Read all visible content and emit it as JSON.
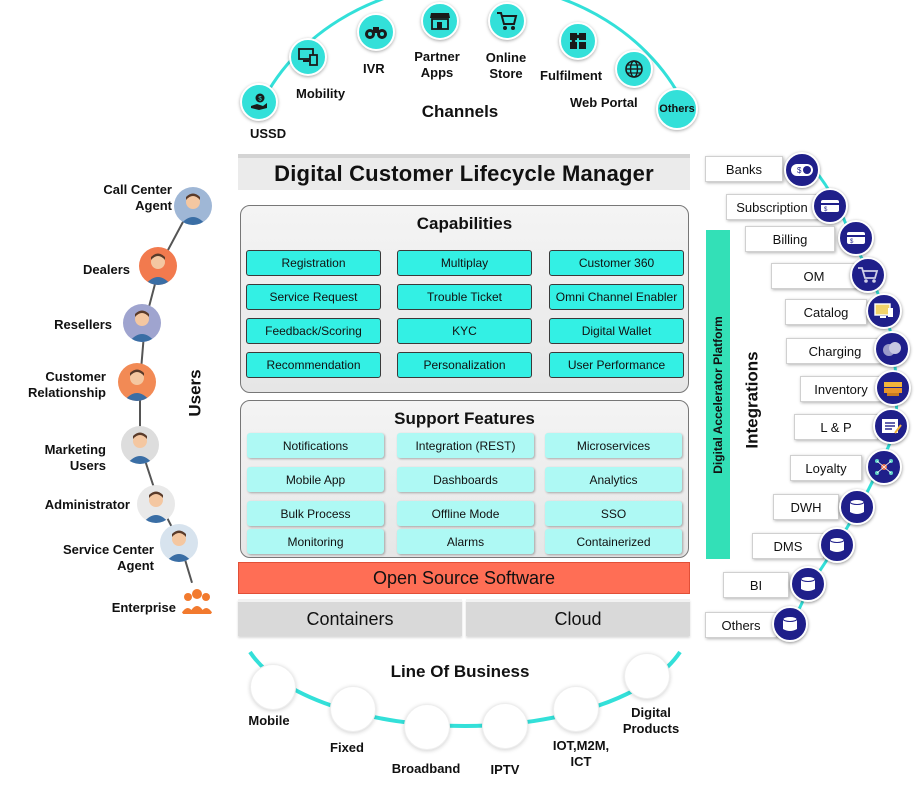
{
  "channels": {
    "title": "Channels",
    "items": [
      {
        "label": "USSD",
        "icon": "money-hand-icon"
      },
      {
        "label": "Mobility",
        "icon": "devices-icon"
      },
      {
        "label": "IVR",
        "icon": "binoculars-icon"
      },
      {
        "label": "Partner Apps",
        "icon": "storefront-icon"
      },
      {
        "label": "Online Store",
        "icon": "cart-icon"
      },
      {
        "label": "Fulfilment",
        "icon": "puzzle-icon"
      },
      {
        "label": "Web Portal",
        "icon": "globe-icon"
      },
      {
        "label": "Others"
      }
    ]
  },
  "title": "Digital Customer Lifecycle Manager",
  "capabilities": {
    "title": "Capabilities",
    "items": [
      "Registration",
      "Multiplay",
      "Customer 360",
      "Service Request",
      "Trouble Ticket",
      "Omni Channel Enabler",
      "Feedback/Scoring",
      "KYC",
      "Digital Wallet",
      "Recommendation",
      "Personalization",
      "User Performance"
    ]
  },
  "support": {
    "title": "Support Features",
    "items": [
      "Notifications",
      "Integration (REST)",
      "Microservices",
      "Mobile App",
      "Dashboards",
      "Analytics",
      "Bulk Process",
      "Offline Mode",
      "SSO",
      "Monitoring",
      "Alarms",
      "Containerized"
    ]
  },
  "oss": "Open Source Software",
  "containers": "Containers",
  "cloud": "Cloud",
  "users": {
    "title": "Users",
    "items": [
      {
        "label": "Call Center Agent"
      },
      {
        "label": "Dealers"
      },
      {
        "label": "Resellers"
      },
      {
        "label": "Customer Relationship"
      },
      {
        "label": "Marketing Users"
      },
      {
        "label": "Administrator"
      },
      {
        "label": "Service Center Agent"
      },
      {
        "label": "Enterprise"
      }
    ]
  },
  "dap": "Digital Accelerator Platform",
  "integrations": {
    "title": "Integrations",
    "items": [
      "Banks",
      "Subscription",
      "Billing",
      "OM",
      "Catalog",
      "Charging",
      "Inventory",
      "L & P",
      "Loyalty",
      "DWH",
      "DMS",
      "BI",
      "Others"
    ]
  },
  "lob": {
    "title": "Line Of Business",
    "items": [
      "Mobile",
      "Fixed",
      "Broadband",
      "IPTV",
      "IOT,M2M, ICT",
      "Digital Products"
    ]
  },
  "colors": {
    "teal": "#33e0d9",
    "capability": "#33f0e4",
    "support": "#aef9f4",
    "oss": "#ff6e55",
    "dap": "#33e0b7",
    "navy": "#1f1f8a"
  }
}
